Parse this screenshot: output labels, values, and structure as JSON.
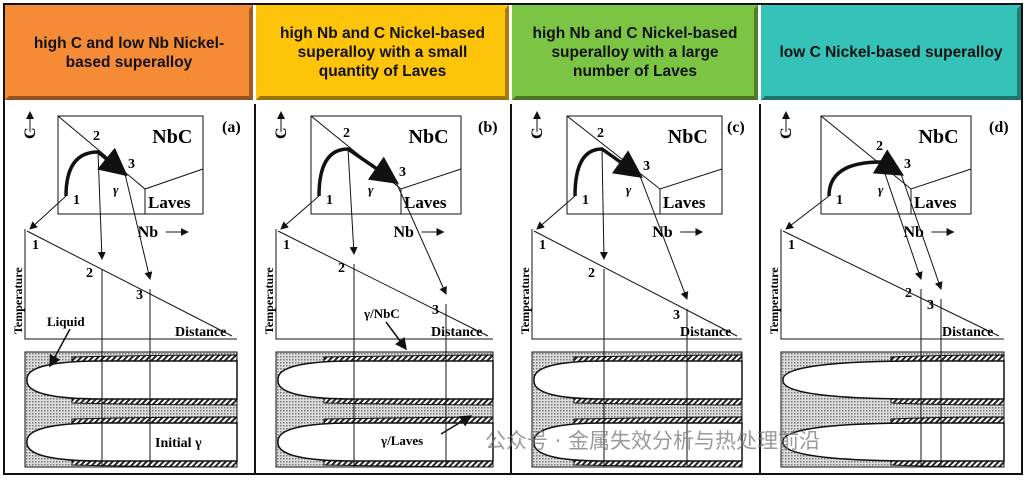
{
  "headers": [
    {
      "text": "high C and low Nb Nickel-based superalloy",
      "color": "#f68b36"
    },
    {
      "text": "high Nb and C Nickel-based superalloy with a small quantity of Laves",
      "color": "#fec40a"
    },
    {
      "text": "high Nb and C Nickel-based superalloy with a large number of Laves",
      "color": "#7cc544"
    },
    {
      "text": "low C Nickel-based superalloy",
      "color": "#35c2b8"
    }
  ],
  "panels": [
    {
      "tag": "(a)",
      "annotations": [
        "Liquid",
        "Initial γ"
      ]
    },
    {
      "tag": "(b)",
      "annotations": [
        "γ/NbC",
        "γ/Laves"
      ]
    },
    {
      "tag": "(c)",
      "annotations": []
    },
    {
      "tag": "(d)",
      "annotations": []
    }
  ],
  "labels": {
    "c_axis": "C",
    "nb_axis": "Nb",
    "nbc": "NbC",
    "laves": "Laves",
    "gamma": "γ",
    "temperature": "Temperature",
    "distance": "Distance",
    "p1": "1",
    "p2": "2",
    "p3": "3"
  },
  "watermark": "公众号 · 金属失效分析与热处理前沿"
}
